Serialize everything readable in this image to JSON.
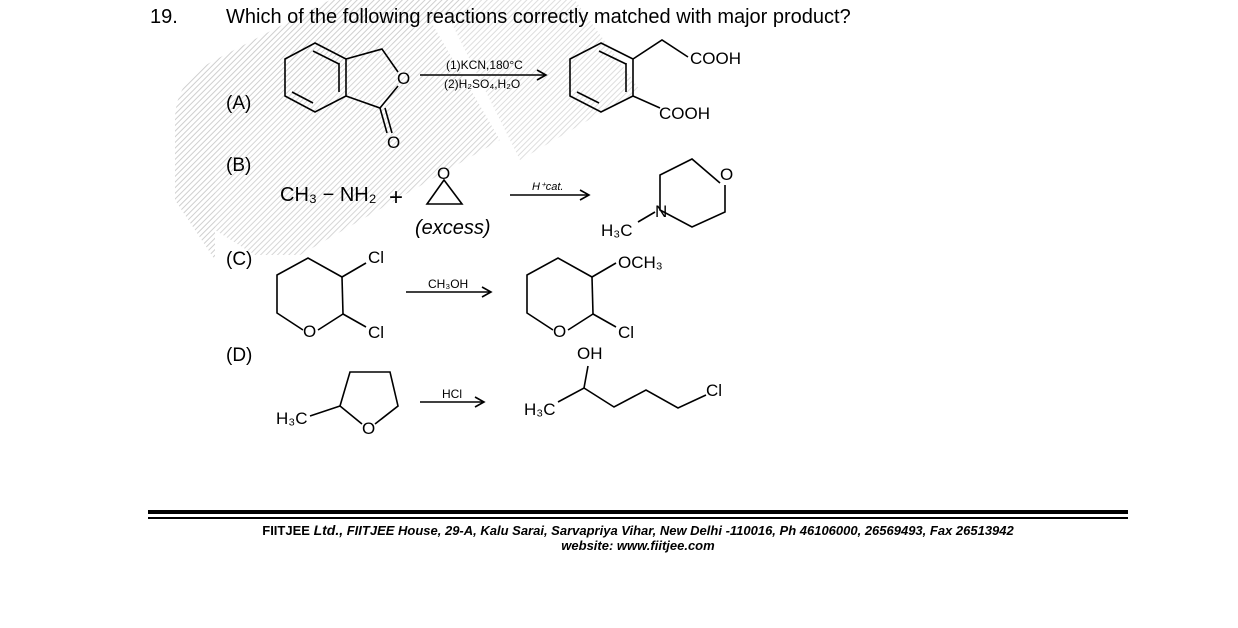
{
  "question": {
    "number": "19.",
    "text": "Which of the following reactions correctly matched with major product?"
  },
  "options": [
    {
      "label": "(A)",
      "reagents": [
        "(1)KCN,180°C",
        "(2)H₂SO₄,H₂O"
      ],
      "product_groups": [
        "COOH",
        "COOH"
      ],
      "reactant_atoms": [
        "O",
        "O"
      ]
    },
    {
      "label": "(B)",
      "reactant": "CH₃ − NH₂",
      "plus": "+",
      "epoxide_atom": "O",
      "condition": "(excess)",
      "reagent": "H⁺cat.",
      "product_atoms": [
        "O",
        "N"
      ],
      "product_substituent": "H₃C"
    },
    {
      "label": "(C)",
      "reactant_atoms": [
        "Cl",
        "Cl",
        "O"
      ],
      "reagent": "CH₃OH",
      "product_groups": [
        "OCH₃",
        "Cl",
        "O"
      ]
    },
    {
      "label": "(D)",
      "reactant_atoms": [
        "H₃C",
        "O"
      ],
      "reagent": "HCl",
      "product_groups": [
        "OH",
        "H₃C",
        "Cl"
      ]
    }
  ],
  "footer": {
    "brand": "FIITJEE",
    "ltd": "Ltd.,",
    "address": "FIITJEE House, 29-A, Kalu  Sarai, Sarvapriya Vihar, New Delhi -110016, Ph 46106000, 26569493, Fax 26513942",
    "website": "website: www.fiitjee.com"
  }
}
